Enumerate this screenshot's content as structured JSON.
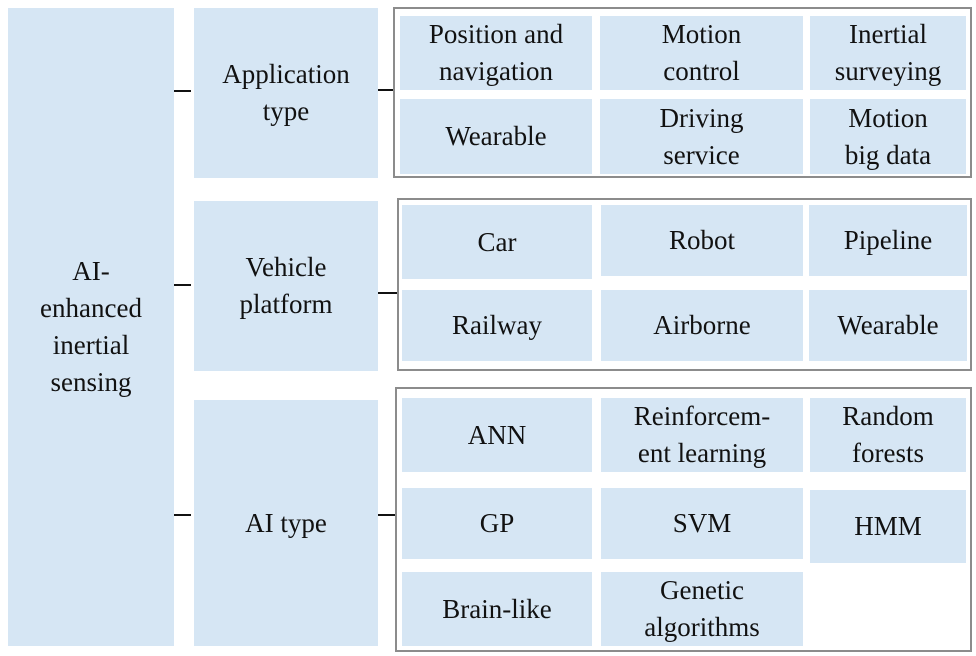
{
  "root": "AI-\nenhanced\ninertial\nsensing",
  "groups": [
    {
      "label": "Application\ntype",
      "items": [
        "Position and\nnavigation",
        "Motion\ncontrol",
        "Inertial\nsurveying",
        "Wearable",
        "Driving\nservice",
        "Motion\nbig data"
      ]
    },
    {
      "label": "Vehicle\nplatform",
      "items": [
        "Car",
        "Robot",
        "Pipeline",
        "Railway",
        "Airborne",
        "Wearable"
      ]
    },
    {
      "label": "AI type",
      "items": [
        "ANN",
        "Reinforcem-\nent learning",
        "Random\nforests",
        "GP",
        "SVM",
        "HMM",
        "Brain-like",
        "Genetic\nalgorithms"
      ]
    }
  ],
  "colors": {
    "box_fill": "#d6e6f4",
    "frame_border": "#8c8c8c",
    "connector": "#111111"
  }
}
